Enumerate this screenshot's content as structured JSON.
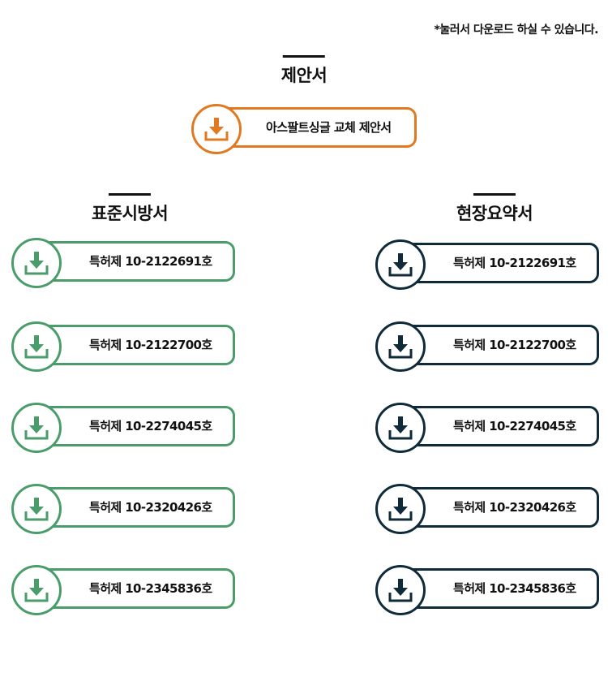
{
  "hint": "*눌러서 다운로드 하실 수 있습니다.",
  "colors": {
    "orange": "#e07a22",
    "green": "#4a9d6a",
    "navy": "#0f2a38"
  },
  "proposal": {
    "title": "제안서",
    "item": {
      "label": "아스팔트싱글 교체 제안서",
      "icon": "download-icon"
    }
  },
  "standard_spec": {
    "title": "표준시방서",
    "items": [
      {
        "label": "특허제 10-2122691호",
        "icon": "download-icon"
      },
      {
        "label": "특허제 10-2122700호",
        "icon": "download-icon"
      },
      {
        "label": "특허제 10-2274045호",
        "icon": "download-icon"
      },
      {
        "label": "특허제 10-2320426호",
        "icon": "download-icon"
      },
      {
        "label": "특허제 10-2345836호",
        "icon": "download-icon"
      }
    ]
  },
  "site_summary": {
    "title": "현장요약서",
    "items": [
      {
        "label": "특허제 10-2122691호",
        "icon": "download-icon"
      },
      {
        "label": "특허제 10-2122700호",
        "icon": "download-icon"
      },
      {
        "label": "특허제 10-2274045호",
        "icon": "download-icon"
      },
      {
        "label": "특허제 10-2320426호",
        "icon": "download-icon"
      },
      {
        "label": "특허제 10-2345836호",
        "icon": "download-icon"
      }
    ]
  }
}
